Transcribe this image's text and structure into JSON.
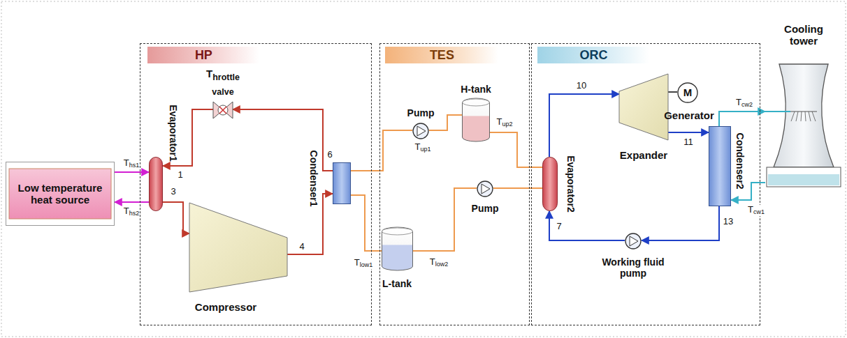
{
  "diagram": {
    "nodes": [
      {
        "text": [
          "Low temperature heat source"
        ]
      },
      {
        "text": [
          "HP"
        ]
      },
      {
        "text": [
          "Throttle valve"
        ],
        "in": 1
      },
      {
        "text": [
          "Evaporator1"
        ],
        "in": 1
      },
      {
        "text": [
          "Compressor"
        ],
        "in": 1
      },
      {
        "text": [
          "Condenser1"
        ],
        "in": 1
      },
      {
        "text": [
          "TES"
        ]
      },
      {
        "text": [
          "Pump"
        ],
        "in": 6
      },
      {
        "text": [
          "H-tank"
        ],
        "in": 6
      },
      {
        "text": [
          "L-tank"
        ],
        "in": 6
      },
      {
        "text": [
          "Pump"
        ],
        "in": 6
      },
      {
        "text": [
          "ORC"
        ]
      },
      {
        "text": [
          "Evaporator2"
        ],
        "in": 11
      },
      {
        "text": [
          "Expander"
        ],
        "in": 11
      },
      {
        "text": [
          "M",
          "Generator"
        ],
        "in": 11
      },
      {
        "text": [
          "Condenser2"
        ],
        "in": 11
      },
      {
        "text": [
          "Working fluid pump"
        ],
        "in": 11
      },
      {
        "text": [
          "Cooling tower"
        ]
      }
    ],
    "edges": [
      {
        "from": 0,
        "to": 3,
        "arrow": "to",
        "label": "Ths1"
      },
      {
        "from": 3,
        "to": 0,
        "arrow": "to",
        "label": "Ths2"
      },
      {
        "from": 3,
        "to": 4,
        "arrow": "to",
        "label": "3"
      },
      {
        "from": 4,
        "to": 5,
        "arrow": "to",
        "label": "4"
      },
      {
        "from": 5,
        "to": 2,
        "arrow": "to",
        "label": "6"
      },
      {
        "from": 2,
        "to": 3,
        "arrow": "to",
        "label": "1"
      },
      {
        "from": 5,
        "to": 7,
        "arrow": "none"
      },
      {
        "from": 7,
        "to": 8,
        "arrow": "none",
        "label": "Tup1"
      },
      {
        "from": 8,
        "to": 12,
        "arrow": "none",
        "label": "Tup2"
      },
      {
        "from": 12,
        "to": 10,
        "arrow": "none"
      },
      {
        "from": 10,
        "to": 9,
        "arrow": "none",
        "label": "Tlow2"
      },
      {
        "from": 9,
        "to": 5,
        "arrow": "none",
        "label": "Tlow1"
      },
      {
        "from": 12,
        "to": 13,
        "arrow": "to",
        "label": "10"
      },
      {
        "from": 13,
        "to": 14,
        "arrow": "none"
      },
      {
        "from": 13,
        "to": 15,
        "arrow": "to",
        "label": "11"
      },
      {
        "from": 15,
        "to": 16,
        "arrow": "to",
        "label": "13"
      },
      {
        "from": 16,
        "to": 12,
        "arrow": "to",
        "label": "7"
      },
      {
        "from": 15,
        "to": 17,
        "arrow": "to",
        "label": "Tcw2"
      },
      {
        "from": 17,
        "to": 15,
        "arrow": "to",
        "label": "Tcw1"
      }
    ]
  }
}
